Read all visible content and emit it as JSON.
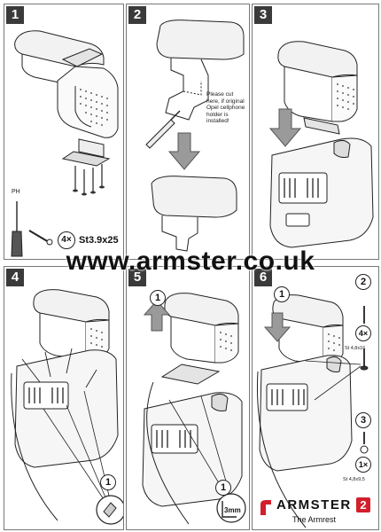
{
  "website": "www.armster.co.uk",
  "steps": [
    {
      "num": "1",
      "screw_qty": "4×",
      "screw_spec": "St3.9x25",
      "tool_label": "PH"
    },
    {
      "num": "2",
      "note": "Please cut here, if original Opel cellphone holder is installed!"
    },
    {
      "num": "3"
    },
    {
      "num": "4",
      "detail_step": "1"
    },
    {
      "num": "5",
      "detail_step": "1",
      "detail_dim": "3mm"
    },
    {
      "num": "6",
      "detail_step": "1",
      "screw_a_step": "2",
      "screw_a_qty": "4×",
      "screw_a_spec": "St 4,8x16",
      "screw_b_step": "3",
      "screw_b_qty": "1×",
      "screw_b_spec": "St 4,8x9,5"
    }
  ],
  "brand": {
    "name": "ARMSTER",
    "model": "2",
    "tagline": "The Armrest",
    "accent": "#d21f2b"
  },
  "colors": {
    "line": "#222222",
    "badge": "#3a3a3a",
    "arrow_fill": "#9a9a9a"
  }
}
